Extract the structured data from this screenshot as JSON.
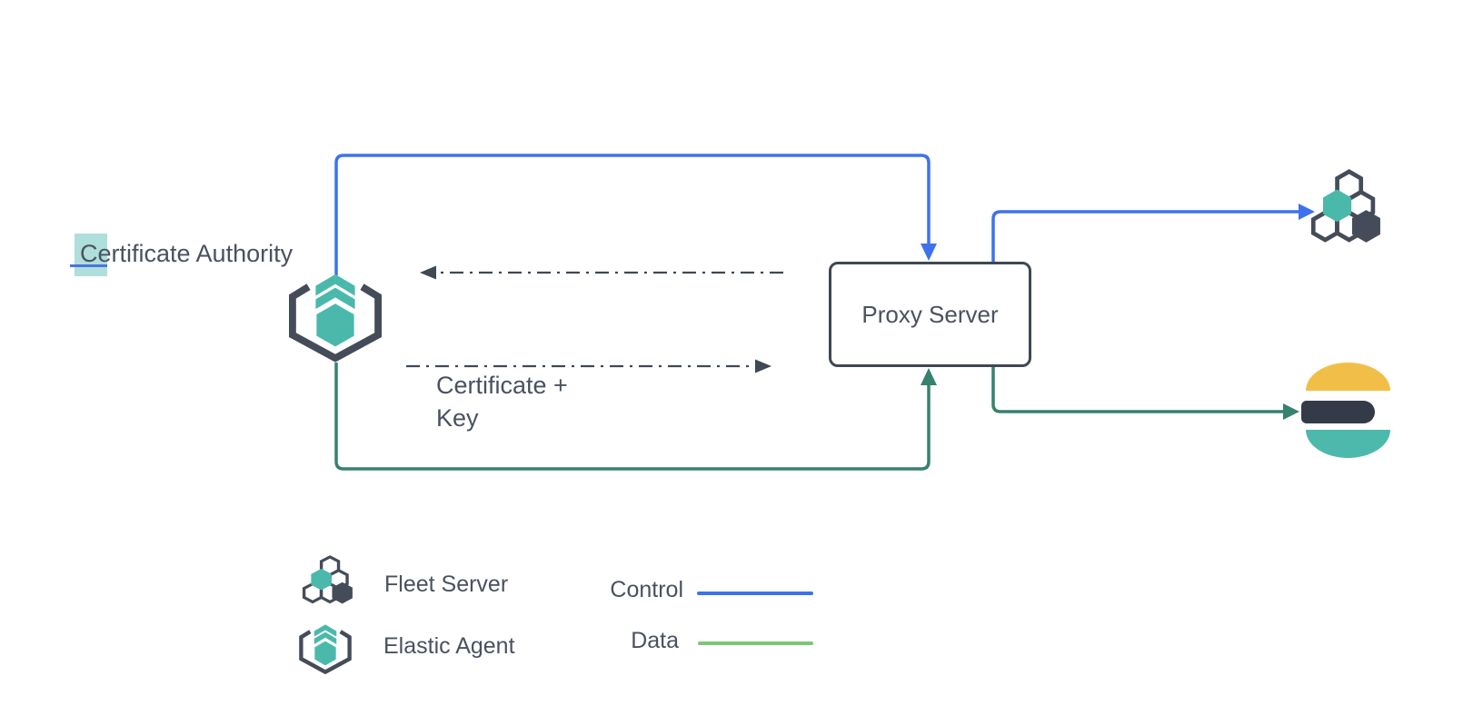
{
  "diagram": {
    "certificate_authority_label": "Certificate Authority",
    "proxy_server_label": "Proxy Server",
    "certificate_key_label": [
      "Certificate +",
      "Key"
    ]
  },
  "legend": {
    "icons": [
      {
        "id": "fleet-server-icon",
        "label": "Fleet Server"
      },
      {
        "id": "elastic-agent-icon",
        "label": "Elastic Agent"
      }
    ],
    "lines": [
      {
        "id": "control",
        "label": "Control"
      },
      {
        "id": "data",
        "label": "Data"
      }
    ]
  },
  "colors": {
    "control": "#3e72ec",
    "data": "#37816f",
    "data_legend": "#7cc674",
    "dash": "#3f4853",
    "node_outline": "#454c59",
    "teal": "#4ab9ac",
    "dark_hex": "#454c59",
    "es_yellow": "#f1bf48",
    "es_dark": "#343b48",
    "es_teal": "#4cb9ac",
    "text": "#4a5160",
    "selection": "rgba(77,185,172,0.45)",
    "caret": "#4b74e0"
  }
}
